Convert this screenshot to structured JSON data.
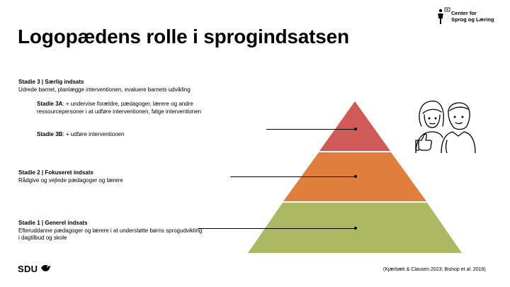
{
  "title": "Logopædens rolle i sprogindsatsen",
  "brand": {
    "center_line1": "Center for",
    "center_line2": "Sprog og Læring",
    "university": "SDU"
  },
  "stages": {
    "stage3": {
      "heading": "Stadie 3 | Særlig indsats",
      "text": "Udrede barnet, planlægge interventionen, evaluere barnets udvikling"
    },
    "stage3a": {
      "label": "Stadie 3A",
      "text": ": + undervise forældre, pædagoger, lærere og andre ressourcepersoner i at udføre interventionen, følge interventionen"
    },
    "stage3b": {
      "label": "Stadie 3B",
      "text": ": + udføre interventionen"
    },
    "stage2": {
      "heading": "Stadie 2 | Fokuseret indsats",
      "text": "Rådgive og vejlede pædagoger og lærere"
    },
    "stage1": {
      "heading": "Stadie 1 | Generel indsats",
      "text": "Efteruddanne pædagoger og lærere i at understøtte børns sprogudvikling i dagtilbud og skole"
    }
  },
  "pyramid": {
    "colors": {
      "top": "#d05a58",
      "middle": "#e07e3c",
      "bottom": "#adb962"
    }
  },
  "citation": "(Kjærbæk & Clausen 2023; Bishop et al. 2016)",
  "icons": [
    "center-logo-icon",
    "people-thumbs-up-icon",
    "sdu-bird-icon"
  ]
}
